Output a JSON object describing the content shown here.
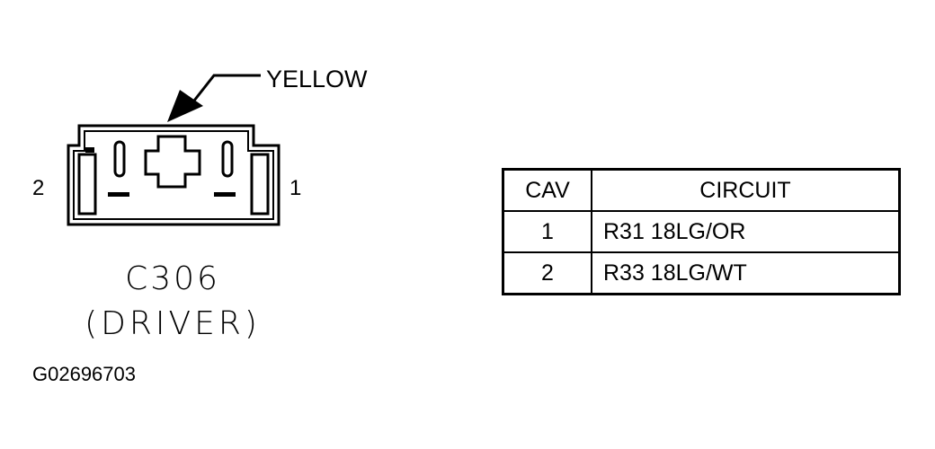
{
  "connector": {
    "wire_color": "YELLOW",
    "name": "C306",
    "location": "(DRIVER)",
    "pin_left": "2",
    "pin_right": "1"
  },
  "figure_id": "G02696703",
  "table": {
    "headers": [
      "CAV",
      "CIRCUIT"
    ],
    "rows": [
      {
        "cav": "1",
        "circuit": "R31 18LG/OR"
      },
      {
        "cav": "2",
        "circuit": "R33 18LG/WT"
      }
    ]
  }
}
